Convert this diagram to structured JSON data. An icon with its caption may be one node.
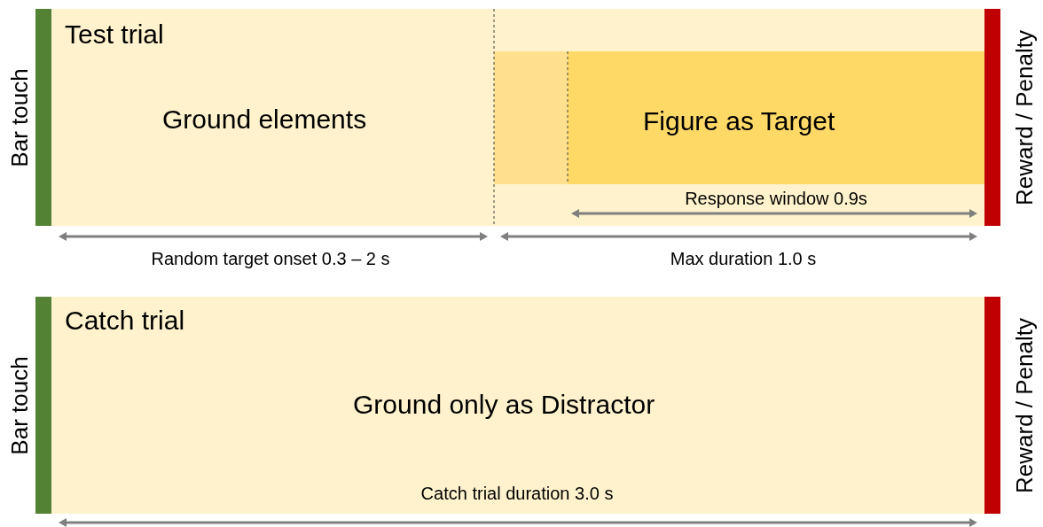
{
  "diagram": {
    "nodes": [
      {
        "text": [
          "Test trial",
          "Ground elements"
        ]
      },
      {
        "text": [
          "Figure as Target"
        ],
        "in": 0
      },
      {
        "text": [
          "Catch trial",
          "Ground only as Distractor"
        ]
      },
      {
        "text": [],
        "shape": "bar"
      },
      {
        "text": [],
        "shape": "bar"
      },
      {
        "text": [],
        "shape": "bar"
      },
      {
        "text": [],
        "shape": "bar"
      }
    ],
    "labels": [
      "Bar touch",
      "Reward / Penalty",
      "Response window 0.9s",
      "Random target onset 0.3 – 2 s",
      "Max duration 1.0 s",
      "Bar touch",
      "Catch trial duration 3.0 s",
      "Reward / Penalty"
    ]
  }
}
